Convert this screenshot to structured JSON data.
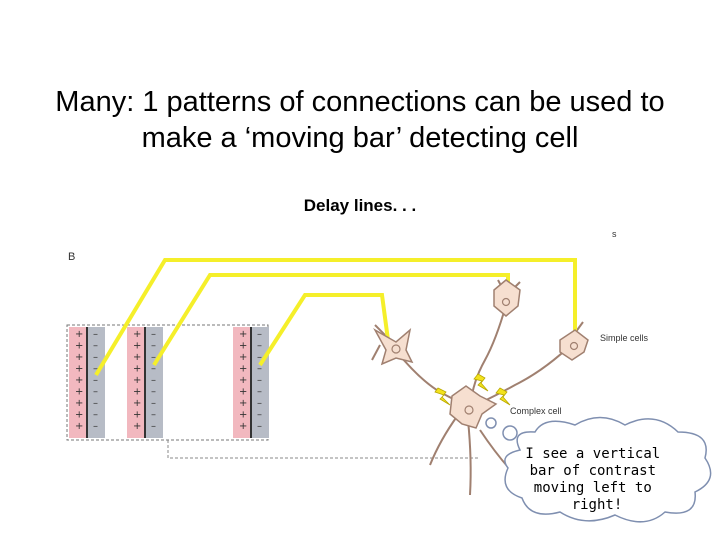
{
  "slide": {
    "title_line1": "Many: 1 patterns of connections can be used to",
    "title_line2": "make a ‘moving bar’ detecting cell",
    "subtitle": "Delay lines. . ."
  },
  "figure": {
    "panel_label": "B",
    "corner_label": "s",
    "simple_cells_label": "Simple cells",
    "complex_cell_label": "Complex cell",
    "thought_lines": [
      "I see a vertical",
      "bar of contrast",
      "moving left to",
      "right!"
    ]
  },
  "colors": {
    "delay_line": "#f5ef2a",
    "on_region": "#f2b8bf",
    "off_region": "#b7bcc6",
    "neuron_fill": "#f6dfd0",
    "neuron_stroke": "#a08070",
    "spike": "#f3e21d"
  },
  "icons": [
    "plus-sign",
    "minus-sign",
    "lightning-spike-icon",
    "thought-bubble"
  ]
}
